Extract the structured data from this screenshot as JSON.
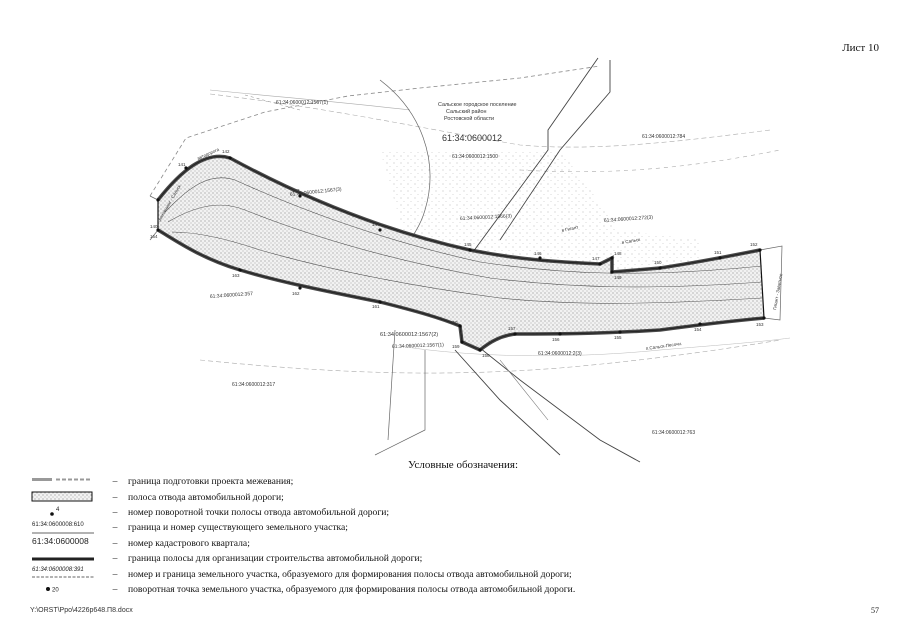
{
  "sheet": {
    "label": "Лист 10"
  },
  "map": {
    "region_lines": [
      "Сальское городское поселение",
      "Сальский район",
      "Ростовской области"
    ],
    "quarter_number": "61:34:0600012",
    "parcels": [
      "61:34:0600012:1567(1)",
      "61:34:0600012:1500",
      "61:34:0600012:784",
      "61:34:0600012:1567(3)",
      "61:34:0600012:1566(3)",
      "61:34:0600012:272(3)",
      "61:34:0600012:357",
      "61:34:0600012:1567(2)",
      "61:34:0600012:1567(1)",
      "61:34:0600012:2(3)",
      "61:34:0600012:317",
      "61:34:0600012:763"
    ],
    "road_labels": {
      "left_top": "автодорога",
      "left_side": "Зимовники - Сальск",
      "right_side": "Гигант - Заветное",
      "bottom": "п.Сальск-Песочн.",
      "mid_1": "в Гигант",
      "mid_2": "в Сальск"
    },
    "point_numbers": [
      "140",
      "141",
      "142",
      "143",
      "144",
      "145",
      "146",
      "147",
      "148",
      "149",
      "150",
      "151",
      "152",
      "153",
      "154",
      "155",
      "156",
      "157",
      "158",
      "159",
      "160",
      "161",
      "162",
      "163",
      "164"
    ]
  },
  "legend": {
    "title": "Условные обозначения:",
    "dash": "–",
    "items": [
      {
        "text": "граница подготовки проекта межевания;"
      },
      {
        "text": "полоса отвода автомобильной дороги;"
      },
      {
        "text": "номер поворотной точки полосы отвода автомобильной дороги;",
        "symbol_label": "4"
      },
      {
        "text": "граница и номер существующего земельного участка;",
        "symbol_label": "61:34:0600008:610"
      },
      {
        "text": "номер кадастрового квартала;",
        "symbol_label": "61:34:0600008"
      },
      {
        "text": "граница полосы для организации строительства автомобильной дороги;"
      },
      {
        "text": "номер и граница земельного участка, образуемого для формирования полосы отвода автомобильной дороги;",
        "symbol_label": "61:34:0600008:391"
      },
      {
        "text": "поворотная точка земельного участка, образуемого для формирования полосы отвода автомобильной дороги.",
        "symbol_label": "20"
      }
    ]
  },
  "footer": {
    "path": "Y:\\ORST\\Ppo\\4226p648.П8.docx",
    "page": "57"
  }
}
